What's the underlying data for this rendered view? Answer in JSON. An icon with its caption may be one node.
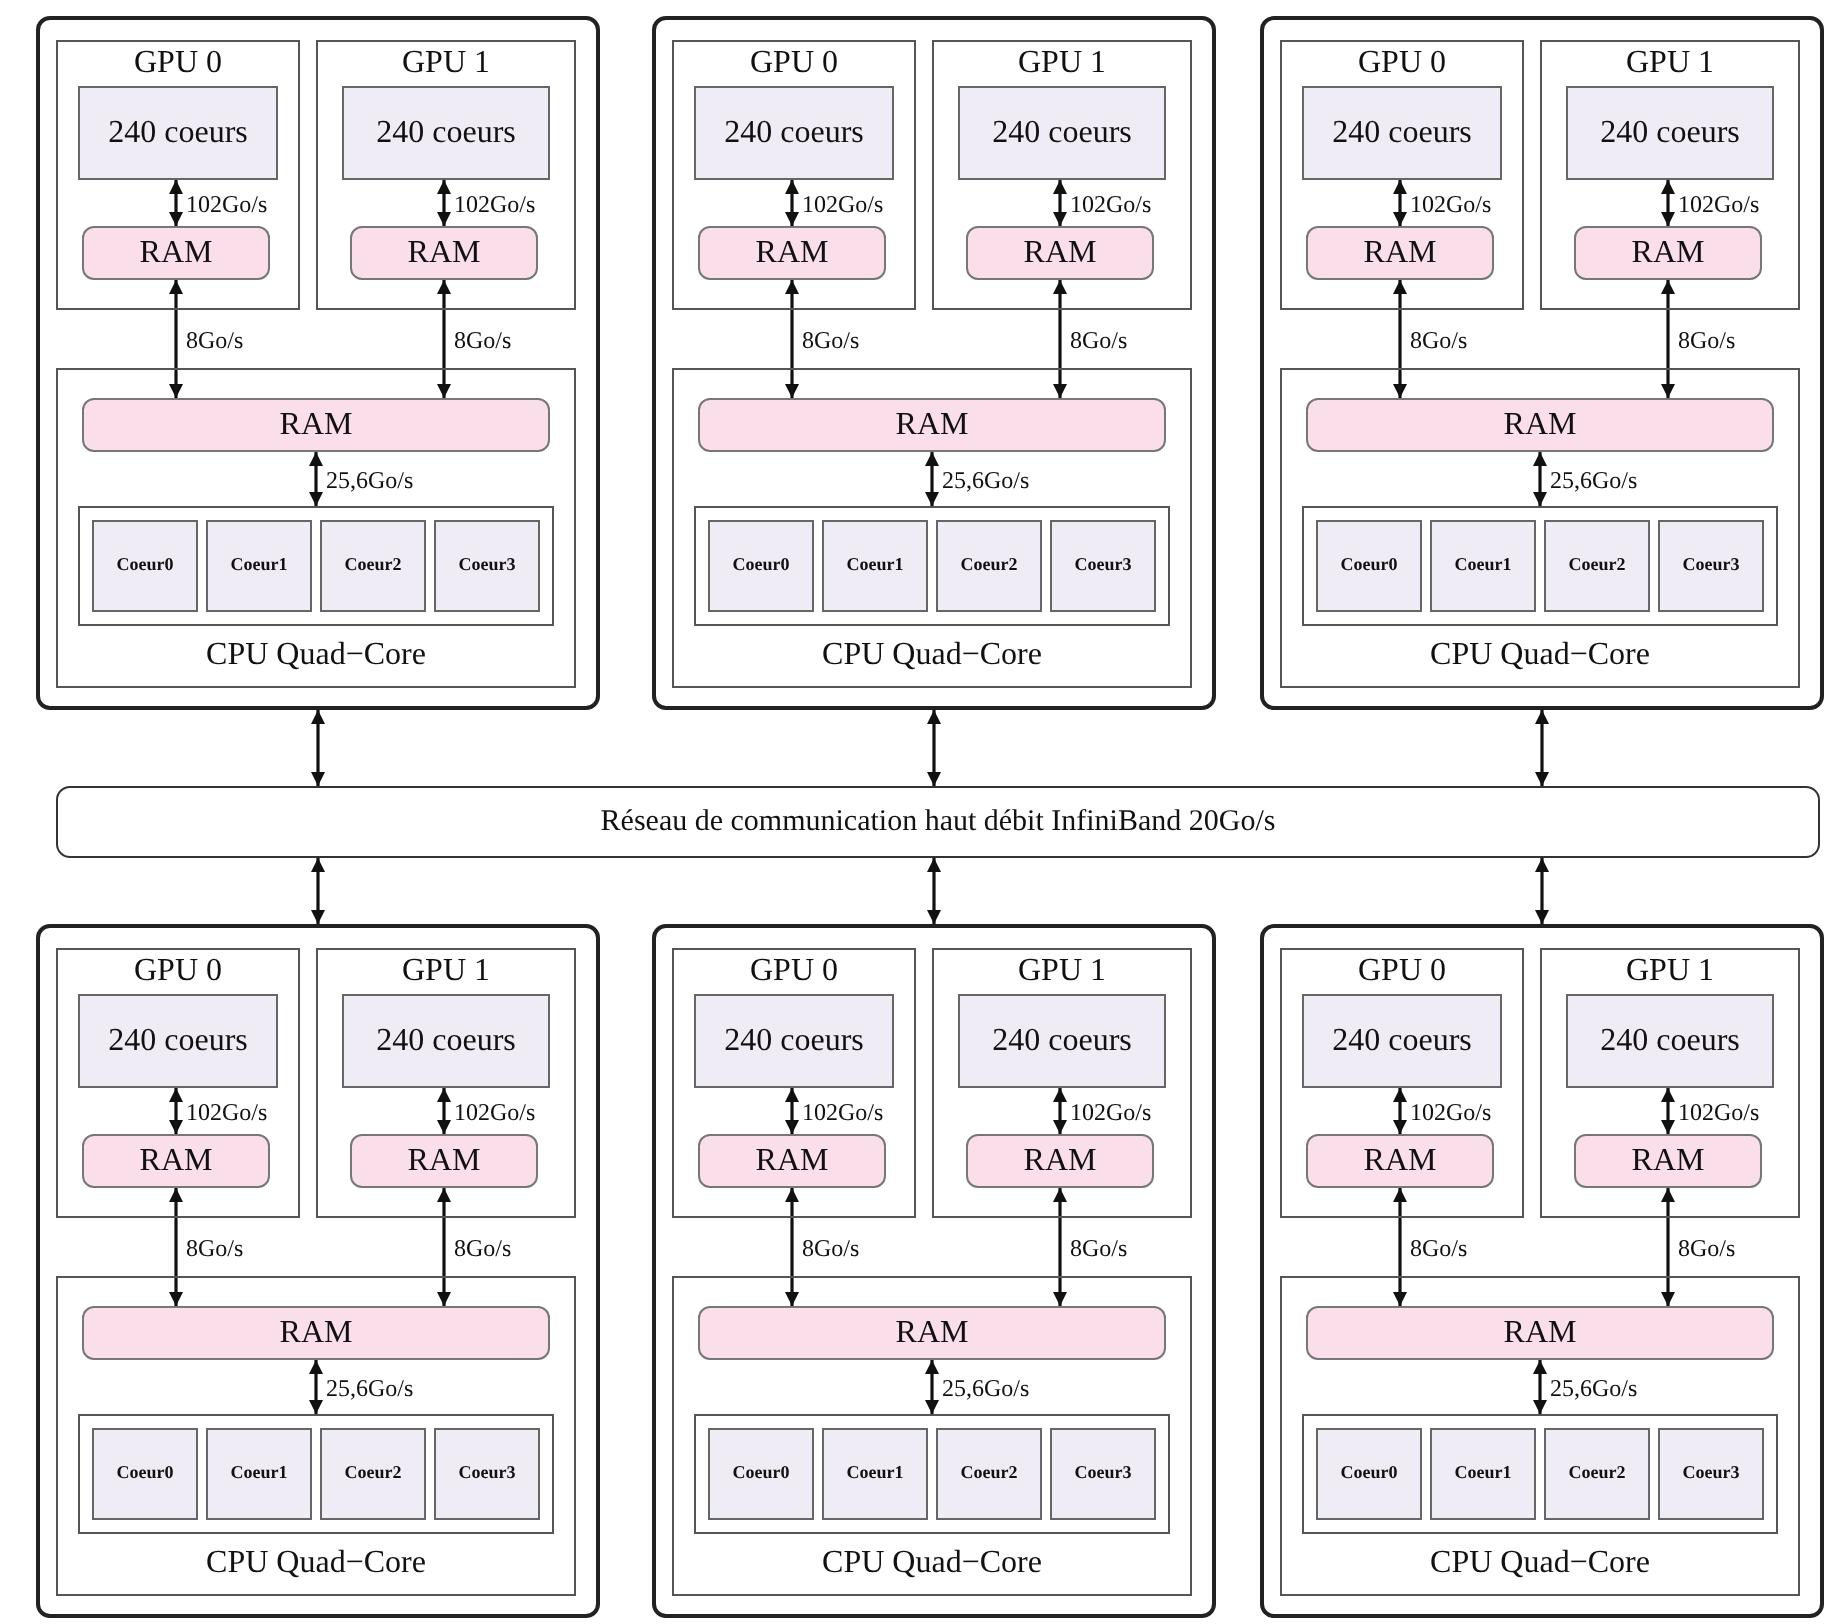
{
  "diagram": {
    "nodes": [
      {
        "text": [],
        "shape": "box"
      },
      {
        "text": [
          "GPU 0"
        ],
        "in": 0
      },
      {
        "text": [
          "240 coeurs"
        ],
        "in": 1
      },
      {
        "text": [
          "RAM"
        ],
        "in": 1
      },
      {
        "text": [
          "GPU 1"
        ],
        "in": 0
      },
      {
        "text": [
          "240 coeurs"
        ],
        "in": 4
      },
      {
        "text": [
          "RAM"
        ],
        "in": 4
      },
      {
        "text": [
          "CPU Quad−Core"
        ],
        "in": 0
      },
      {
        "text": [
          "RAM"
        ],
        "in": 7
      },
      {
        "text": [],
        "shape": "box",
        "in": 7
      },
      {
        "text": [
          "Coeur0"
        ],
        "in": 9
      },
      {
        "text": [
          "Coeur1"
        ],
        "in": 9
      },
      {
        "text": [
          "Coeur2"
        ],
        "in": 9
      },
      {
        "text": [
          "Coeur3"
        ],
        "in": 9
      },
      {
        "text": [],
        "shape": "box"
      },
      {
        "text": [
          "GPU 0"
        ],
        "in": 14
      },
      {
        "text": [
          "240 coeurs"
        ],
        "in": 15
      },
      {
        "text": [
          "RAM"
        ],
        "in": 15
      },
      {
        "text": [
          "GPU 1"
        ],
        "in": 14
      },
      {
        "text": [
          "240 coeurs"
        ],
        "in": 18
      },
      {
        "text": [
          "RAM"
        ],
        "in": 18
      },
      {
        "text": [
          "CPU Quad−Core"
        ],
        "in": 14
      },
      {
        "text": [
          "RAM"
        ],
        "in": 21
      },
      {
        "text": [],
        "shape": "box",
        "in": 21
      },
      {
        "text": [
          "Coeur0"
        ],
        "in": 23
      },
      {
        "text": [
          "Coeur1"
        ],
        "in": 23
      },
      {
        "text": [
          "Coeur2"
        ],
        "in": 23
      },
      {
        "text": [
          "Coeur3"
        ],
        "in": 23
      },
      {
        "text": [],
        "shape": "box"
      },
      {
        "text": [
          "GPU 0"
        ],
        "in": 28
      },
      {
        "text": [
          "240 coeurs"
        ],
        "in": 29
      },
      {
        "text": [
          "RAM"
        ],
        "in": 29
      },
      {
        "text": [
          "GPU 1"
        ],
        "in": 28
      },
      {
        "text": [
          "240 coeurs"
        ],
        "in": 32
      },
      {
        "text": [
          "RAM"
        ],
        "in": 32
      },
      {
        "text": [
          "CPU Quad−Core"
        ],
        "in": 28
      },
      {
        "text": [
          "RAM"
        ],
        "in": 35
      },
      {
        "text": [],
        "shape": "box",
        "in": 35
      },
      {
        "text": [
          "Coeur0"
        ],
        "in": 37
      },
      {
        "text": [
          "Coeur1"
        ],
        "in": 37
      },
      {
        "text": [
          "Coeur2"
        ],
        "in": 37
      },
      {
        "text": [
          "Coeur3"
        ],
        "in": 37
      },
      {
        "text": [
          "Réseau de communication haut débit InfiniBand 20Go/s"
        ]
      },
      {
        "text": [],
        "shape": "box"
      },
      {
        "text": [
          "GPU 0"
        ],
        "in": 43
      },
      {
        "text": [
          "240 coeurs"
        ],
        "in": 44
      },
      {
        "text": [
          "RAM"
        ],
        "in": 44
      },
      {
        "text": [
          "GPU 1"
        ],
        "in": 43
      },
      {
        "text": [
          "240 coeurs"
        ],
        "in": 47
      },
      {
        "text": [
          "RAM"
        ],
        "in": 47
      },
      {
        "text": [
          "CPU Quad−Core"
        ],
        "in": 43
      },
      {
        "text": [
          "RAM"
        ],
        "in": 50
      },
      {
        "text": [],
        "shape": "box",
        "in": 50
      },
      {
        "text": [
          "Coeur0"
        ],
        "in": 52
      },
      {
        "text": [
          "Coeur1"
        ],
        "in": 52
      },
      {
        "text": [
          "Coeur2"
        ],
        "in": 52
      },
      {
        "text": [
          "Coeur3"
        ],
        "in": 52
      },
      {
        "text": [],
        "shape": "box"
      },
      {
        "text": [
          "GPU 0"
        ],
        "in": 57
      },
      {
        "text": [
          "240 coeurs"
        ],
        "in": 58
      },
      {
        "text": [
          "RAM"
        ],
        "in": 58
      },
      {
        "text": [
          "GPU 1"
        ],
        "in": 57
      },
      {
        "text": [
          "240 coeurs"
        ],
        "in": 61
      },
      {
        "text": [
          "RAM"
        ],
        "in": 61
      },
      {
        "text": [
          "CPU Quad−Core"
        ],
        "in": 57
      },
      {
        "text": [
          "RAM"
        ],
        "in": 64
      },
      {
        "text": [],
        "shape": "box",
        "in": 64
      },
      {
        "text": [
          "Coeur0"
        ],
        "in": 66
      },
      {
        "text": [
          "Coeur1"
        ],
        "in": 66
      },
      {
        "text": [
          "Coeur2"
        ],
        "in": 66
      },
      {
        "text": [
          "Coeur3"
        ],
        "in": 66
      },
      {
        "text": [],
        "shape": "box"
      },
      {
        "text": [
          "GPU 0"
        ],
        "in": 71
      },
      {
        "text": [
          "240 coeurs"
        ],
        "in": 72
      },
      {
        "text": [
          "RAM"
        ],
        "in": 72
      },
      {
        "text": [
          "GPU 1"
        ],
        "in": 71
      },
      {
        "text": [
          "240 coeurs"
        ],
        "in": 75
      },
      {
        "text": [
          "RAM"
        ],
        "in": 75
      },
      {
        "text": [
          "CPU Quad−Core"
        ],
        "in": 71
      },
      {
        "text": [
          "RAM"
        ],
        "in": 78
      },
      {
        "text": [],
        "shape": "box",
        "in": 78
      },
      {
        "text": [
          "Coeur0"
        ],
        "in": 80
      },
      {
        "text": [
          "Coeur1"
        ],
        "in": 80
      },
      {
        "text": [
          "Coeur2"
        ],
        "in": 80
      },
      {
        "text": [
          "Coeur3"
        ],
        "in": 80
      }
    ],
    "edges": [
      {
        "from": 2,
        "to": 3,
        "arrow": "both",
        "label": "102Go/s"
      },
      {
        "from": 5,
        "to": 6,
        "arrow": "both",
        "label": "102Go/s"
      },
      {
        "from": 3,
        "to": 8,
        "arrow": "both",
        "label": "8Go/s"
      },
      {
        "from": 6,
        "to": 8,
        "arrow": "both",
        "label": "8Go/s"
      },
      {
        "from": 8,
        "to": 9,
        "arrow": "both",
        "label": "25,6Go/s"
      },
      {
        "from": 0,
        "to": 42,
        "arrow": "both"
      },
      {
        "from": 16,
        "to": 17,
        "arrow": "both",
        "label": "102Go/s"
      },
      {
        "from": 19,
        "to": 20,
        "arrow": "both",
        "label": "102Go/s"
      },
      {
        "from": 17,
        "to": 22,
        "arrow": "both",
        "label": "8Go/s"
      },
      {
        "from": 20,
        "to": 22,
        "arrow": "both",
        "label": "8Go/s"
      },
      {
        "from": 22,
        "to": 23,
        "arrow": "both",
        "label": "25,6Go/s"
      },
      {
        "from": 14,
        "to": 42,
        "arrow": "both"
      },
      {
        "from": 30,
        "to": 31,
        "arrow": "both",
        "label": "102Go/s"
      },
      {
        "from": 33,
        "to": 34,
        "arrow": "both",
        "label": "102Go/s"
      },
      {
        "from": 31,
        "to": 36,
        "arrow": "both",
        "label": "8Go/s"
      },
      {
        "from": 34,
        "to": 36,
        "arrow": "both",
        "label": "8Go/s"
      },
      {
        "from": 36,
        "to": 37,
        "arrow": "both",
        "label": "25,6Go/s"
      },
      {
        "from": 28,
        "to": 42,
        "arrow": "both"
      },
      {
        "from": 42,
        "to": 43,
        "arrow": "both"
      },
      {
        "from": 45,
        "to": 46,
        "arrow": "both",
        "label": "102Go/s"
      },
      {
        "from": 48,
        "to": 49,
        "arrow": "both",
        "label": "102Go/s"
      },
      {
        "from": 46,
        "to": 51,
        "arrow": "both",
        "label": "8Go/s"
      },
      {
        "from": 49,
        "to": 51,
        "arrow": "both",
        "label": "8Go/s"
      },
      {
        "from": 51,
        "to": 52,
        "arrow": "both",
        "label": "25,6Go/s"
      },
      {
        "from": 42,
        "to": 57,
        "arrow": "both"
      },
      {
        "from": 59,
        "to": 60,
        "arrow": "both",
        "label": "102Go/s"
      },
      {
        "from": 62,
        "to": 63,
        "arrow": "both",
        "label": "102Go/s"
      },
      {
        "from": 60,
        "to": 65,
        "arrow": "both",
        "label": "8Go/s"
      },
      {
        "from": 63,
        "to": 65,
        "arrow": "both",
        "label": "8Go/s"
      },
      {
        "from": 65,
        "to": 66,
        "arrow": "both",
        "label": "25,6Go/s"
      },
      {
        "from": 42,
        "to": 71,
        "arrow": "both"
      },
      {
        "from": 73,
        "to": 74,
        "arrow": "both",
        "label": "102Go/s"
      },
      {
        "from": 76,
        "to": 77,
        "arrow": "both",
        "label": "102Go/s"
      },
      {
        "from": 74,
        "to": 79,
        "arrow": "both",
        "label": "8Go/s"
      },
      {
        "from": 77,
        "to": 79,
        "arrow": "both",
        "label": "8Go/s"
      },
      {
        "from": 79,
        "to": 80,
        "arrow": "both",
        "label": "25,6Go/s"
      }
    ]
  }
}
